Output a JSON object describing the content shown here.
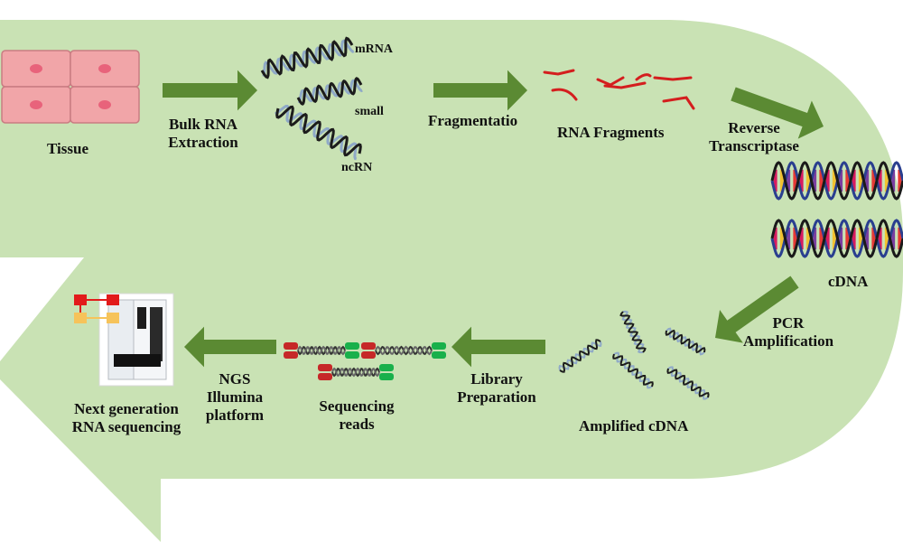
{
  "colors": {
    "band": "#c9e2b4",
    "arrow": "#5b8a33",
    "cell_fill": "#f1a5a8",
    "cell_nucleus": "#e8637b",
    "rna_red": "#d41e1e",
    "helix_dark": "#1c1c1c",
    "helix_light": "#8fa9c7",
    "dna_ladder": [
      "#d81b60",
      "#f2c230",
      "#7b3fa0",
      "#e53935"
    ],
    "read_red": "#c62828",
    "read_green": "#19b04b",
    "text": "#111111"
  },
  "steps": {
    "tissue": {
      "label": "Tissue"
    },
    "extraction": {
      "line1": "Bulk RNA",
      "line2": "Extraction"
    },
    "rna_types": {
      "mrna": "mRNA",
      "small": "small",
      "ncrna": "ncRN"
    },
    "fragmentation": {
      "label": "Fragmentatio"
    },
    "fragments": {
      "label": "RNA Fragments"
    },
    "reverse": {
      "line1": "Reverse",
      "line2": "Transcriptase"
    },
    "cdna": {
      "label": "cDNA"
    },
    "pcr": {
      "line1": "PCR",
      "line2": "Amplification"
    },
    "amplified": {
      "label": "Amplified cDNA"
    },
    "library": {
      "line1": "Library",
      "line2": "Preparation"
    },
    "reads": {
      "line1": "Sequencing",
      "line2": "reads"
    },
    "ngs": {
      "line1": "NGS",
      "line2": "Illumina",
      "line3": "platform"
    },
    "nextgen": {
      "line1": "Next generation",
      "line2": "RNA sequencing"
    }
  },
  "icons": [
    "tissue-cells-icon",
    "rna-helix-icon",
    "rna-fragment-icon",
    "dna-double-helix-icon",
    "sequencing-read-icon",
    "sequencer-machine-icon",
    "step-arrow-icon"
  ]
}
